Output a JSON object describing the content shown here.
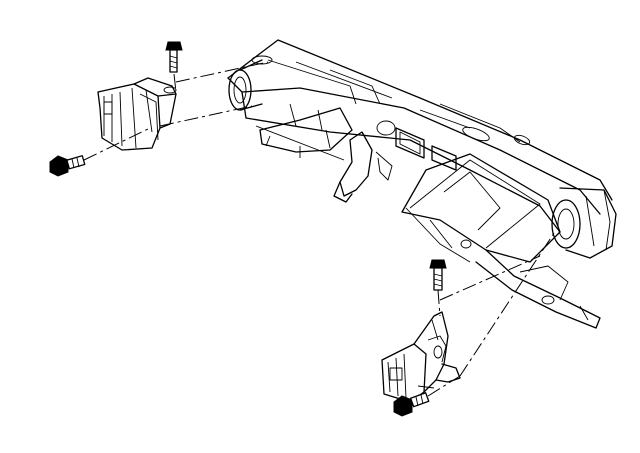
{
  "diagram": {
    "parts": [
      {
        "name": "front-crossmember",
        "icon": "crossmember-frame"
      },
      {
        "name": "upper-left-mounting-bracket",
        "icon": "bracket"
      },
      {
        "name": "upper-left-vertical-bolt",
        "icon": "bolt-icon"
      },
      {
        "name": "left-side-bolt",
        "icon": "bolt-icon"
      },
      {
        "name": "lower-right-mounting-bracket",
        "icon": "bracket"
      },
      {
        "name": "lower-right-vertical-bolt",
        "icon": "bolt-icon"
      },
      {
        "name": "lower-side-bolt",
        "icon": "bolt-icon"
      }
    ],
    "labels": []
  }
}
